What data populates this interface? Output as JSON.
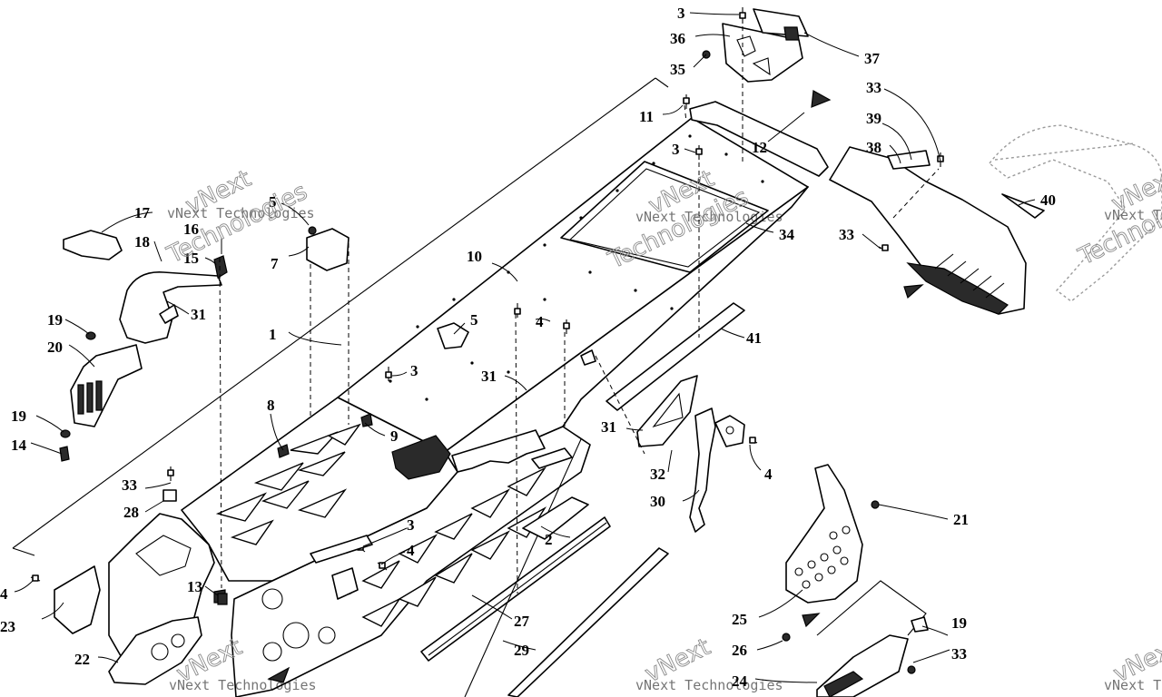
{
  "watermark": {
    "company": "vNext Technologies",
    "brand": "vNext",
    "sub": "Technologies"
  },
  "callouts": [
    {
      "id": "c1",
      "text": "1"
    },
    {
      "id": "c2",
      "text": "2"
    },
    {
      "id": "c3a",
      "text": "3"
    },
    {
      "id": "c3b",
      "text": "3"
    },
    {
      "id": "c3c",
      "text": "3"
    },
    {
      "id": "c3d",
      "text": "3"
    },
    {
      "id": "c4a",
      "text": "4"
    },
    {
      "id": "c4b",
      "text": "4"
    },
    {
      "id": "c4c",
      "text": "4"
    },
    {
      "id": "c4d",
      "text": "4"
    },
    {
      "id": "c5a",
      "text": "5"
    },
    {
      "id": "c5b",
      "text": "5"
    },
    {
      "id": "c7",
      "text": "7"
    },
    {
      "id": "c8",
      "text": "8"
    },
    {
      "id": "c9",
      "text": "9"
    },
    {
      "id": "c10",
      "text": "10"
    },
    {
      "id": "c11",
      "text": "11"
    },
    {
      "id": "c12",
      "text": "12"
    },
    {
      "id": "c13",
      "text": "13"
    },
    {
      "id": "c14",
      "text": "14"
    },
    {
      "id": "c15",
      "text": "15"
    },
    {
      "id": "c16",
      "text": "16"
    },
    {
      "id": "c17",
      "text": "17"
    },
    {
      "id": "c18",
      "text": "18"
    },
    {
      "id": "c19a",
      "text": "19"
    },
    {
      "id": "c19b",
      "text": "19"
    },
    {
      "id": "c19c",
      "text": "19"
    },
    {
      "id": "c20",
      "text": "20"
    },
    {
      "id": "c21",
      "text": "21"
    },
    {
      "id": "c22",
      "text": "22"
    },
    {
      "id": "c23",
      "text": "23"
    },
    {
      "id": "c24",
      "text": "24"
    },
    {
      "id": "c25",
      "text": "25"
    },
    {
      "id": "c26",
      "text": "26"
    },
    {
      "id": "c27",
      "text": "27"
    },
    {
      "id": "c28",
      "text": "28"
    },
    {
      "id": "c29",
      "text": "29"
    },
    {
      "id": "c30",
      "text": "30"
    },
    {
      "id": "c31a",
      "text": "31"
    },
    {
      "id": "c31b",
      "text": "31"
    },
    {
      "id": "c31c",
      "text": "31"
    },
    {
      "id": "c32",
      "text": "32"
    },
    {
      "id": "c33a",
      "text": "33"
    },
    {
      "id": "c33b",
      "text": "33"
    },
    {
      "id": "c33c",
      "text": "33"
    },
    {
      "id": "c33d",
      "text": "33"
    },
    {
      "id": "c34",
      "text": "34"
    },
    {
      "id": "c35",
      "text": "35"
    },
    {
      "id": "c36",
      "text": "36"
    },
    {
      "id": "c37",
      "text": "37"
    },
    {
      "id": "c38",
      "text": "38"
    },
    {
      "id": "c39",
      "text": "39"
    },
    {
      "id": "c40",
      "text": "40"
    },
    {
      "id": "c41",
      "text": "41"
    }
  ]
}
